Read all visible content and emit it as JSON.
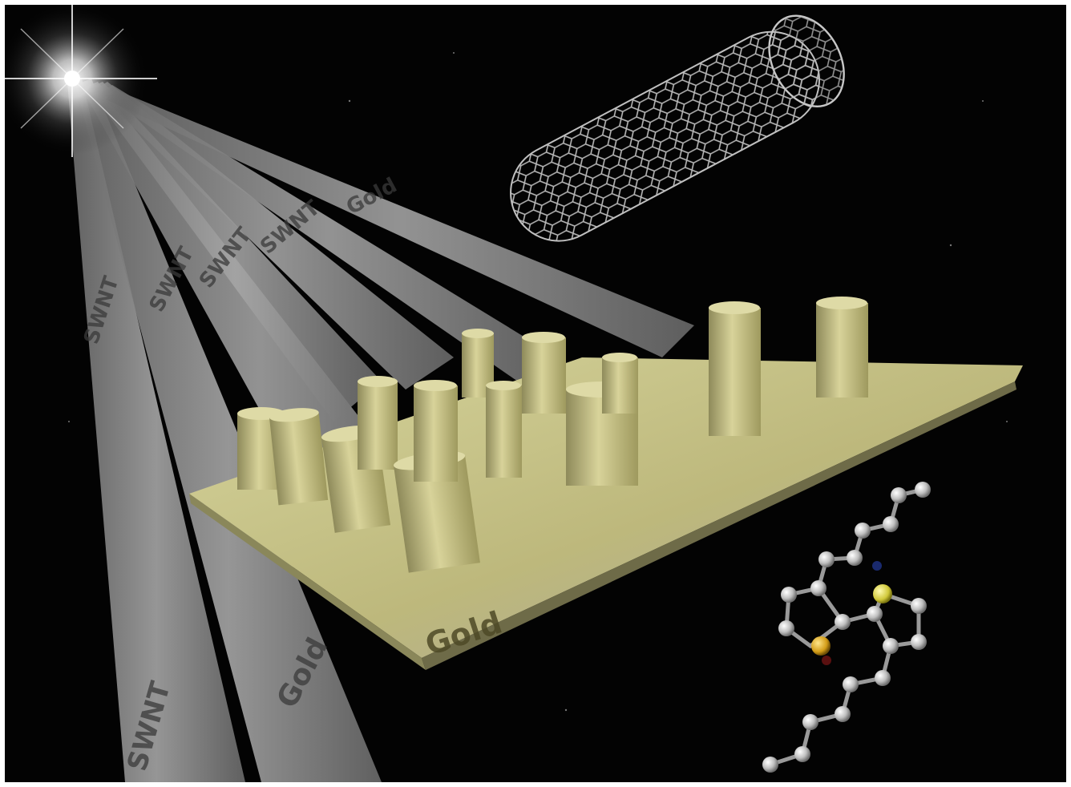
{
  "scene": {
    "beam_labels": [
      "SWNT",
      "Gold",
      "SWNT",
      "SWNT",
      "SWNT",
      "SWNT",
      "Gold"
    ],
    "substrate_label": "Gold",
    "colors": {
      "background": "#030303",
      "beam": "#9b9b9b",
      "substrate": "#c8c58a",
      "tube_cylinder": "#c9c489",
      "nanotube_lines": "#bdbdbd",
      "atom": "#c8c8c8",
      "sulfur_atom": "#d8d24a",
      "oxygen_atom": "#d8a820",
      "nitrogen_atom": "#1a2a6e"
    },
    "icons": [
      "light-source-star",
      "carbon-nanotube",
      "molecule-model"
    ]
  }
}
